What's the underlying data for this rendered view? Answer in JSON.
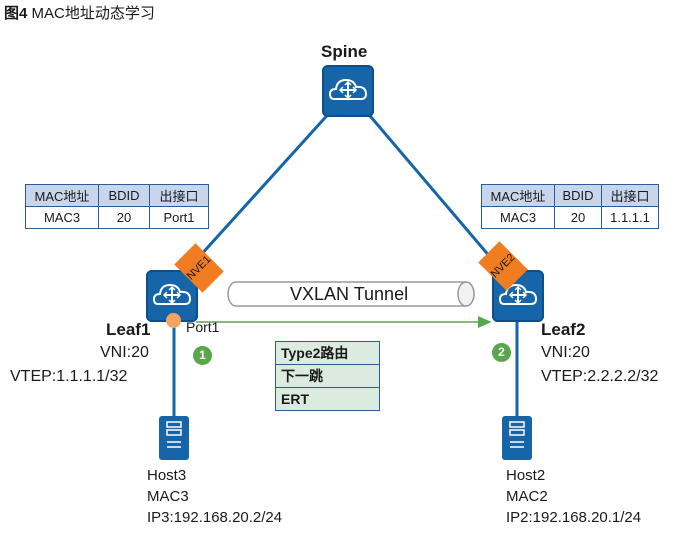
{
  "figure": {
    "number": "图4",
    "title": "MAC地址动态学习"
  },
  "spine": {
    "label": "Spine",
    "icon": "router-icon"
  },
  "leaf1": {
    "label": "Leaf1",
    "port": "Port1",
    "nve": "NVE1",
    "vni": "VNI:20",
    "vtep": "VTEP:1.1.1.1/32",
    "table": {
      "headers": [
        "MAC地址",
        "BDID",
        "出接口"
      ],
      "row": [
        "MAC3",
        "20",
        "Port1"
      ]
    }
  },
  "leaf2": {
    "label": "Leaf2",
    "nve": "NVE2",
    "vni": "VNI:20",
    "vtep": "VTEP:2.2.2.2/32",
    "table": {
      "headers": [
        "MAC地址",
        "BDID",
        "出接口"
      ],
      "row": [
        "MAC3",
        "20",
        "1.1.1.1"
      ]
    }
  },
  "tunnel": {
    "label": "VXLAN Tunnel"
  },
  "route_table": {
    "rows": [
      "Type2路由",
      "下一跳",
      "ERT"
    ]
  },
  "steps": [
    "1",
    "2"
  ],
  "host3": {
    "name": "Host3",
    "mac": "MAC3",
    "ip": "IP3:192.168.20.2/24"
  },
  "host2": {
    "name": "Host2",
    "mac": "MAC2",
    "ip": "IP2:192.168.20.1/24"
  },
  "colors": {
    "device": "#1565a8",
    "nve": "#f07d22",
    "step": "#5aa64a",
    "arrow": "#5aa64a",
    "link": "#1565a8"
  }
}
